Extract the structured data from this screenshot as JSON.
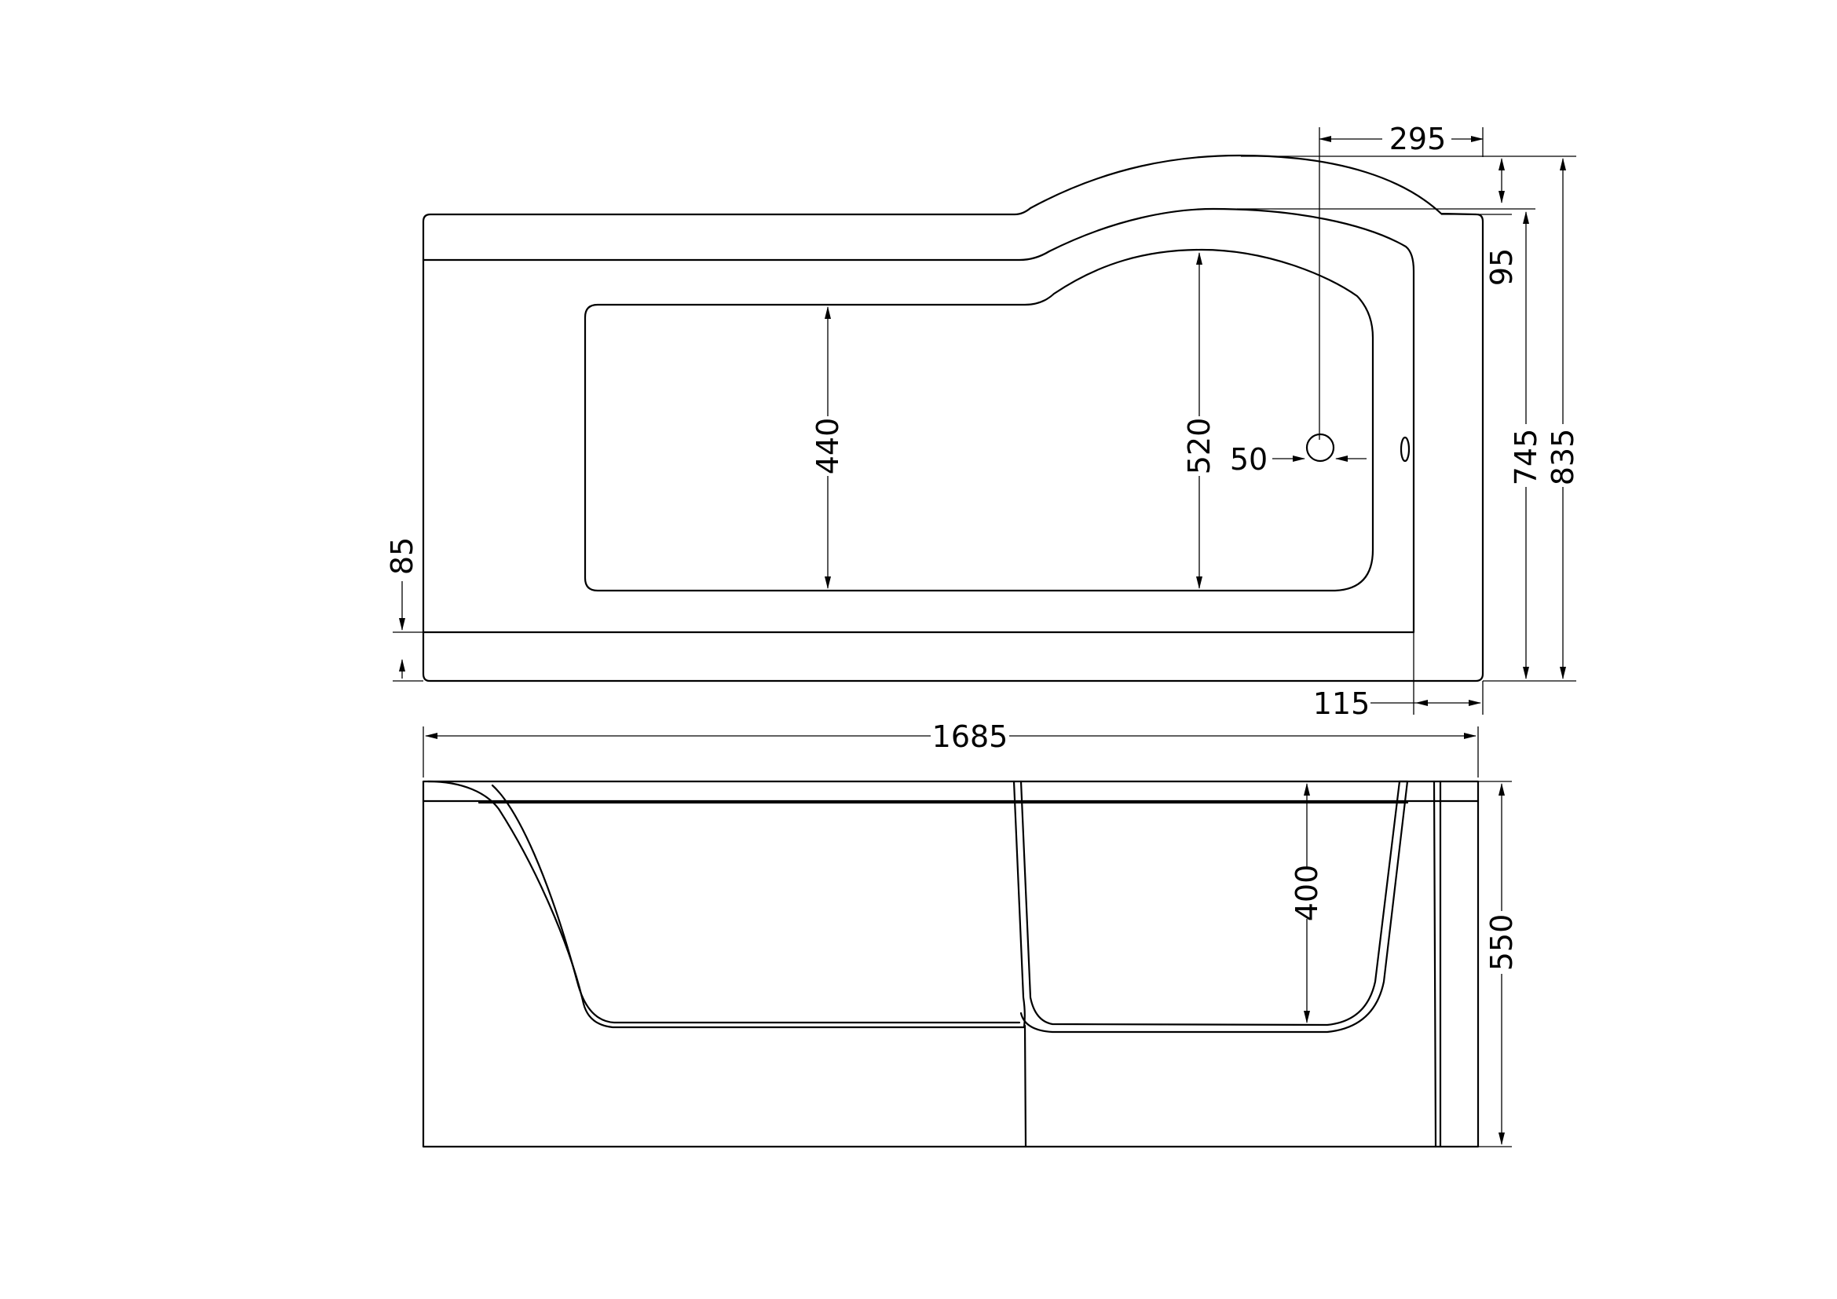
{
  "dimensions": {
    "top_width_295": "295",
    "lip_95": "95",
    "depth_745": "745",
    "depth_835": "835",
    "inner_440": "440",
    "inner_520": "520",
    "waste_50": "50",
    "rim_85": "85",
    "panel_115": "115",
    "length_1685": "1685",
    "depth_400": "400",
    "height_550": "550"
  },
  "colors": {
    "line": "#000000",
    "background": "#ffffff"
  }
}
